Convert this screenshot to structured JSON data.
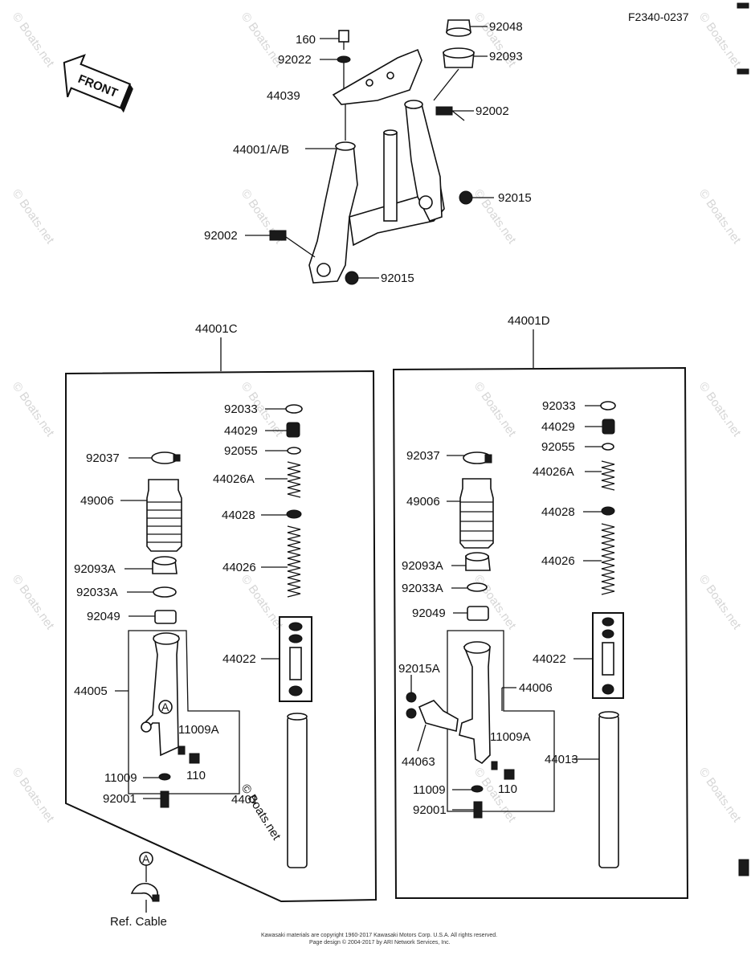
{
  "diagram_id": "F2340-0237",
  "front_arrow": "FRONT",
  "watermark": "© Boats.net",
  "top_labels": {
    "l160": "160",
    "l92022": "92022",
    "l44039": "44039",
    "l44001ab": "44001/A/B",
    "l92002a": "92002",
    "l92048": "92048",
    "l92093": "92093",
    "l92002b": "92002",
    "l92015a": "92015",
    "l92015b": "92015"
  },
  "left_assembly": {
    "title": "44001C",
    "labels": {
      "l92033": "92033",
      "l44029": "44029",
      "l92055": "92055",
      "l92037": "92037",
      "l44026A": "44026A",
      "l49006": "49006",
      "l44028": "44028",
      "l44026": "44026",
      "l92093A": "92093A",
      "l92033A": "92033A",
      "l92049": "92049",
      "l44022": "44022",
      "l44005": "44005",
      "l11009A": "11009A",
      "l110": "110",
      "l11009": "11009",
      "l92001": "92001",
      "l4401": "4401"
    },
    "marker": "A"
  },
  "right_assembly": {
    "title": "44001D",
    "labels": {
      "l92033": "92033",
      "l44029": "44029",
      "l92055": "92055",
      "l92037": "92037",
      "l44026A": "44026A",
      "l49006": "49006",
      "l44028": "44028",
      "l44026": "44026",
      "l92093A": "92093A",
      "l92033A": "92033A",
      "l92049": "92049",
      "l44022": "44022",
      "l92015A": "92015A",
      "l44006": "44006",
      "l11009A": "11009A",
      "l44063": "44063",
      "l110": "110",
      "l44013": "44013",
      "l11009": "11009",
      "l92001": "92001"
    }
  },
  "ref_note": {
    "marker": "A",
    "text": "Ref.  Cable"
  },
  "copyright_lines": [
    "Kawasaki materials are copyright 1960-2017 Kawasaki Motors Corp. U.S.A. All rights reserved.",
    "Page design © 2004-2017 by ARI Network Services, Inc."
  ]
}
